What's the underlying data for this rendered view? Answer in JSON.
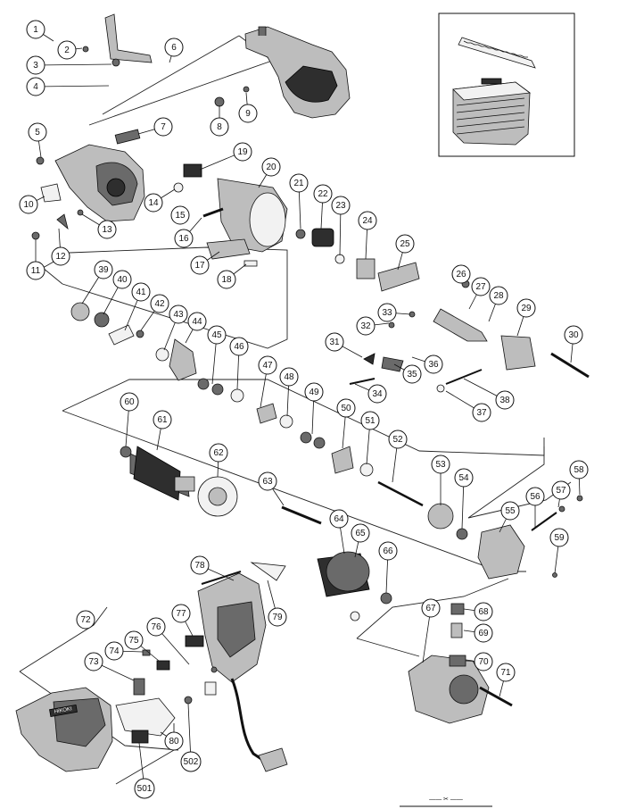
{
  "diagram": {
    "callouts": [
      "1",
      "2",
      "3",
      "4",
      "5",
      "6",
      "7",
      "8",
      "9",
      "10",
      "11",
      "12",
      "13",
      "14",
      "15",
      "16",
      "17",
      "18",
      "19",
      "20",
      "21",
      "22",
      "23",
      "24",
      "25",
      "26",
      "27",
      "28",
      "29",
      "30",
      "31",
      "32",
      "33",
      "34",
      "35",
      "36",
      "37",
      "38",
      "39",
      "40",
      "41",
      "42",
      "43",
      "44",
      "45",
      "46",
      "47",
      "48",
      "49",
      "50",
      "51",
      "52",
      "53",
      "54",
      "55",
      "56",
      "57",
      "58",
      "59",
      "60",
      "61",
      "62",
      "63",
      "64",
      "65",
      "66",
      "67",
      "68",
      "69",
      "70",
      "71",
      "72",
      "73",
      "74",
      "75",
      "76",
      "77",
      "78",
      "79",
      "80",
      "501",
      "502"
    ],
    "brand_mark": "HiKOKI",
    "footer_mark": "—— ✂ ——"
  }
}
